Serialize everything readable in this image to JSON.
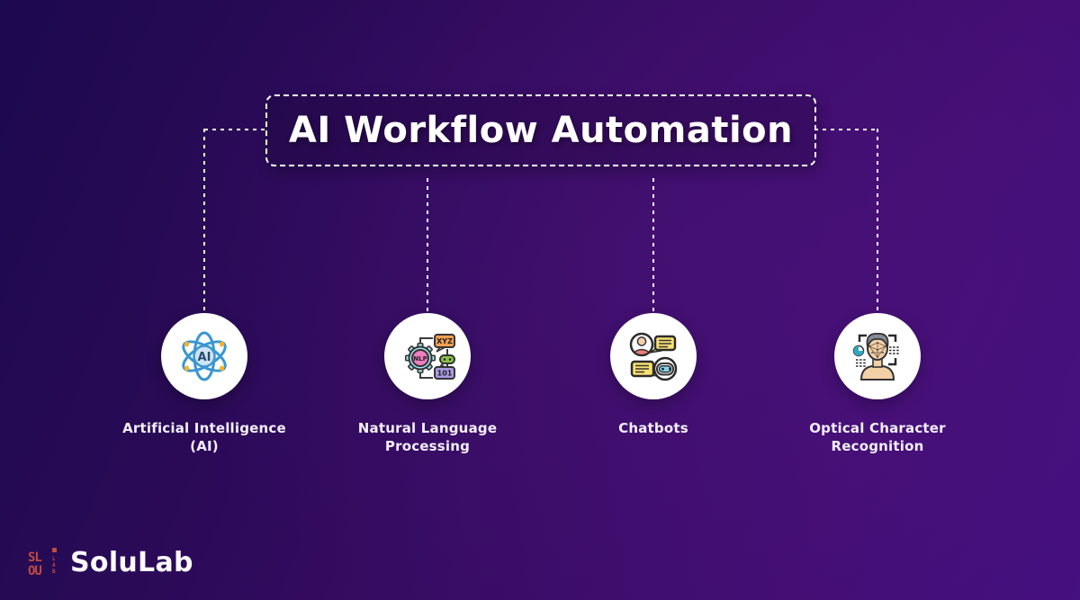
{
  "title": {
    "label": "AI Workflow Automation"
  },
  "nodes": [
    {
      "name": "artificial-intelligence",
      "label_line1": "Artificial Intelligence",
      "label_line2": "(AI)",
      "icon": "ai-atom-icon",
      "icon_text": "AI"
    },
    {
      "name": "natural-language-processing",
      "label_line1": "Natural Language",
      "label_line2": "Processing",
      "icon": "nlp-gear-icon",
      "icon_texts": {
        "center": "NLP",
        "bubble_top": "XYZ",
        "bubble_bottom": "101"
      }
    },
    {
      "name": "chatbots",
      "label_line1": "Chatbots",
      "label_line2": "",
      "icon": "chatbot-conversation-icon"
    },
    {
      "name": "optical-character-recognition",
      "label_line1": "Optical Character",
      "label_line2": "Recognition",
      "icon": "face-recognition-icon"
    }
  ],
  "footer": {
    "brand": "SoluLab",
    "logo_mark_top": "SL",
    "logo_mark_bottom": "OU",
    "logo_mark_side_1": "L",
    "logo_mark_side_2": "A",
    "logo_mark_side_3": "B"
  },
  "colors": {
    "background_dark": "#1d094d",
    "background_bright": "#45107f",
    "line": "#ffffff",
    "circle_fill": "#ffffff",
    "title_text": "#ffffff",
    "logo_mark": "#c14b41",
    "atom_blue": "#3a96d2",
    "gear_cyan": "#a5e6f2",
    "nlp_pink": "#f07dc0",
    "bubble_orange": "#f5a050",
    "pill_green": "#8ac44a",
    "bubble_purple": "#a99ae2",
    "chat_yellow": "#f7e070",
    "skin_tan": "#f3d0a8",
    "shirt_salmon": "#ee7a70",
    "robot_blue": "#7fd1ea",
    "hair_gray": "#858b94",
    "pie_teal": "#2fa8bf",
    "accent_yellow": "#f0b429"
  }
}
